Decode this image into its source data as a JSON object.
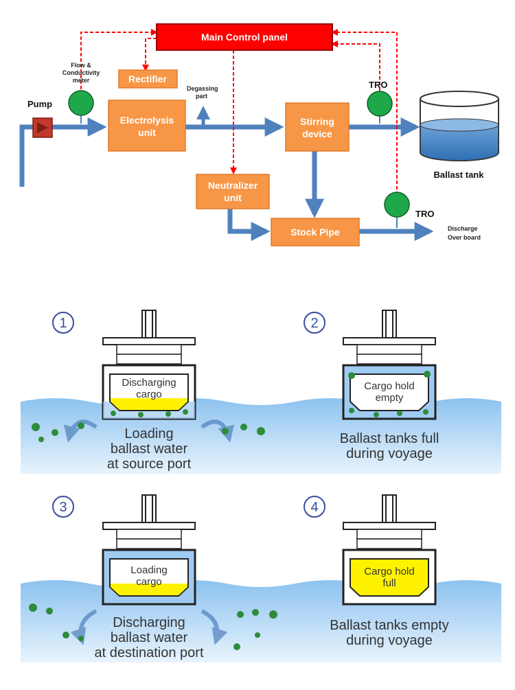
{
  "flow": {
    "main_control": "Main Control panel",
    "rectifier": "Rectifier",
    "electrolysis": [
      "Electrolysis",
      "unit"
    ],
    "stirring": [
      "Stirring",
      "device"
    ],
    "neutralizer": [
      "Neutralizer",
      "unit"
    ],
    "stock_pipe": "Stock Pipe",
    "pump": "Pump",
    "flow_meter": [
      "Flow &",
      "Conductivity",
      "meter"
    ],
    "degassing": [
      "Degassing",
      "part"
    ],
    "tro_top": "TRO",
    "tro_bottom": "TRO",
    "ballast_tank": "Ballast tank",
    "discharge": [
      "Discharge",
      "Over board"
    ]
  },
  "stages": [
    {
      "number": "1",
      "hold_label": [
        "Discharging",
        "cargo"
      ],
      "caption": [
        "Loading",
        "ballast water",
        "at source port"
      ]
    },
    {
      "number": "2",
      "hold_label": [
        "Cargo hold",
        "empty"
      ],
      "caption": [
        "Ballast tanks full",
        "during voyage"
      ]
    },
    {
      "number": "3",
      "hold_label": [
        "Loading",
        "cargo"
      ],
      "caption": [
        "Discharging",
        "ballast water",
        "at destination port"
      ]
    },
    {
      "number": "4",
      "hold_label": [
        "Cargo hold",
        "full"
      ],
      "caption": [
        "Ballast tanks empty",
        "during voyage"
      ]
    }
  ],
  "colors": {
    "box": "#F79646",
    "box_border": "#E07B2C",
    "pipe": "#4F81BD",
    "control": "#FF0000",
    "sensor": "#1FA84A",
    "water": "#9FCBF2",
    "cargo_yellow": "#FFF200",
    "organism": "#2E8B3A"
  }
}
